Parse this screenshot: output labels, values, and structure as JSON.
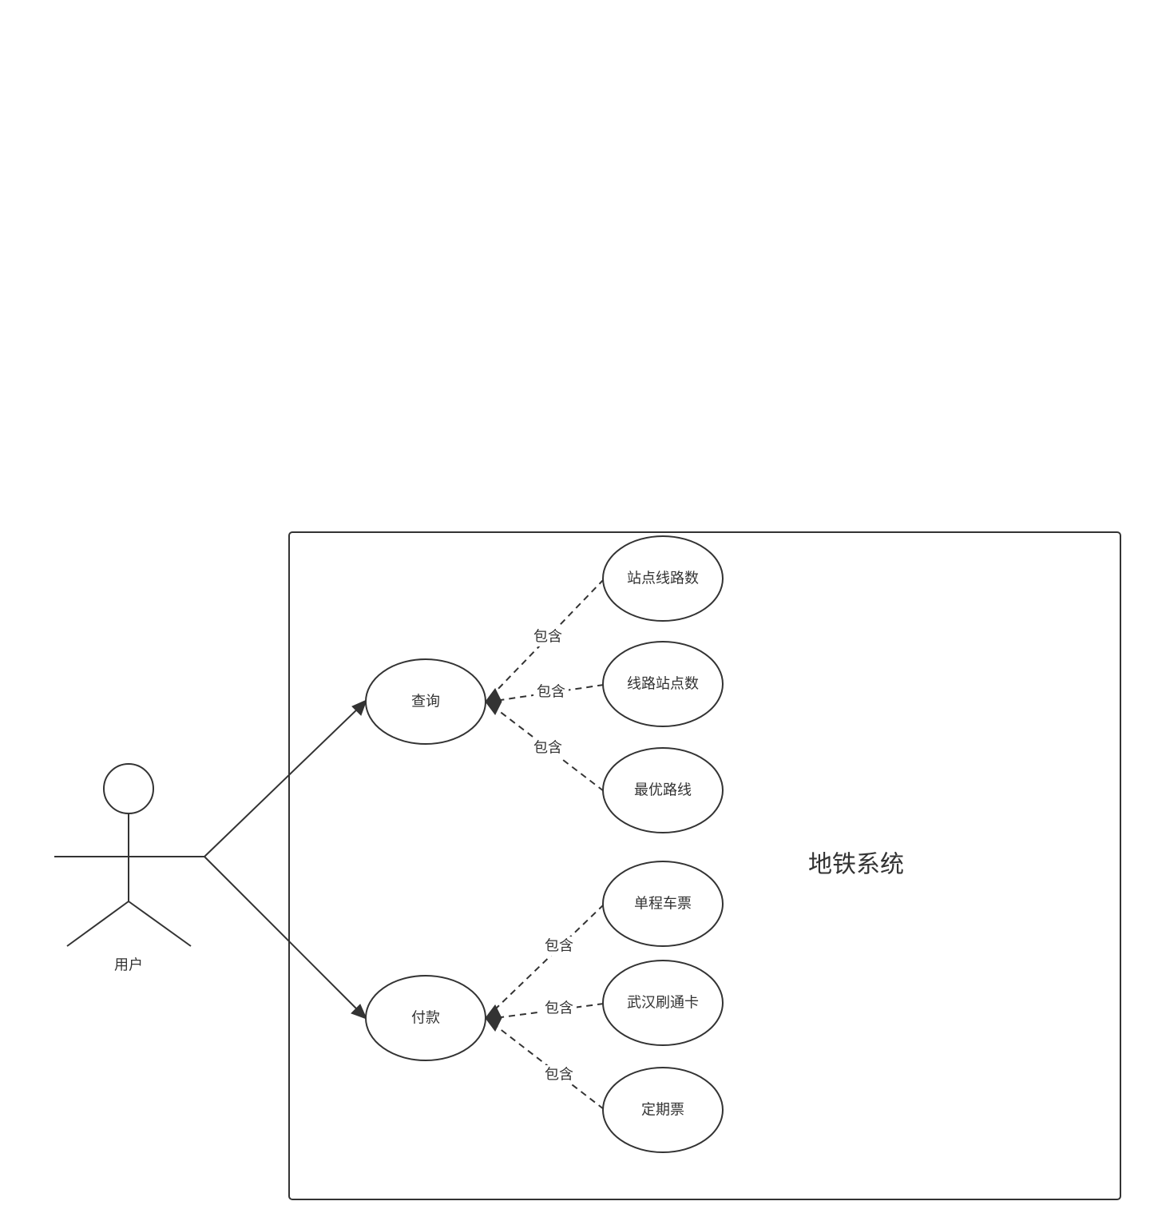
{
  "system": {
    "name": "地铁系统"
  },
  "actor": {
    "name": "用户"
  },
  "use_cases": {
    "query": "查询",
    "pay": "付款",
    "station_line_count": "站点线路数",
    "line_station_count": "线路站点数",
    "best_route": "最优路线",
    "single_ticket": "单程车票",
    "wuhan_card": "武汉刷通卡",
    "period_ticket": "定期票"
  },
  "relations": {
    "include_label": "包含"
  }
}
